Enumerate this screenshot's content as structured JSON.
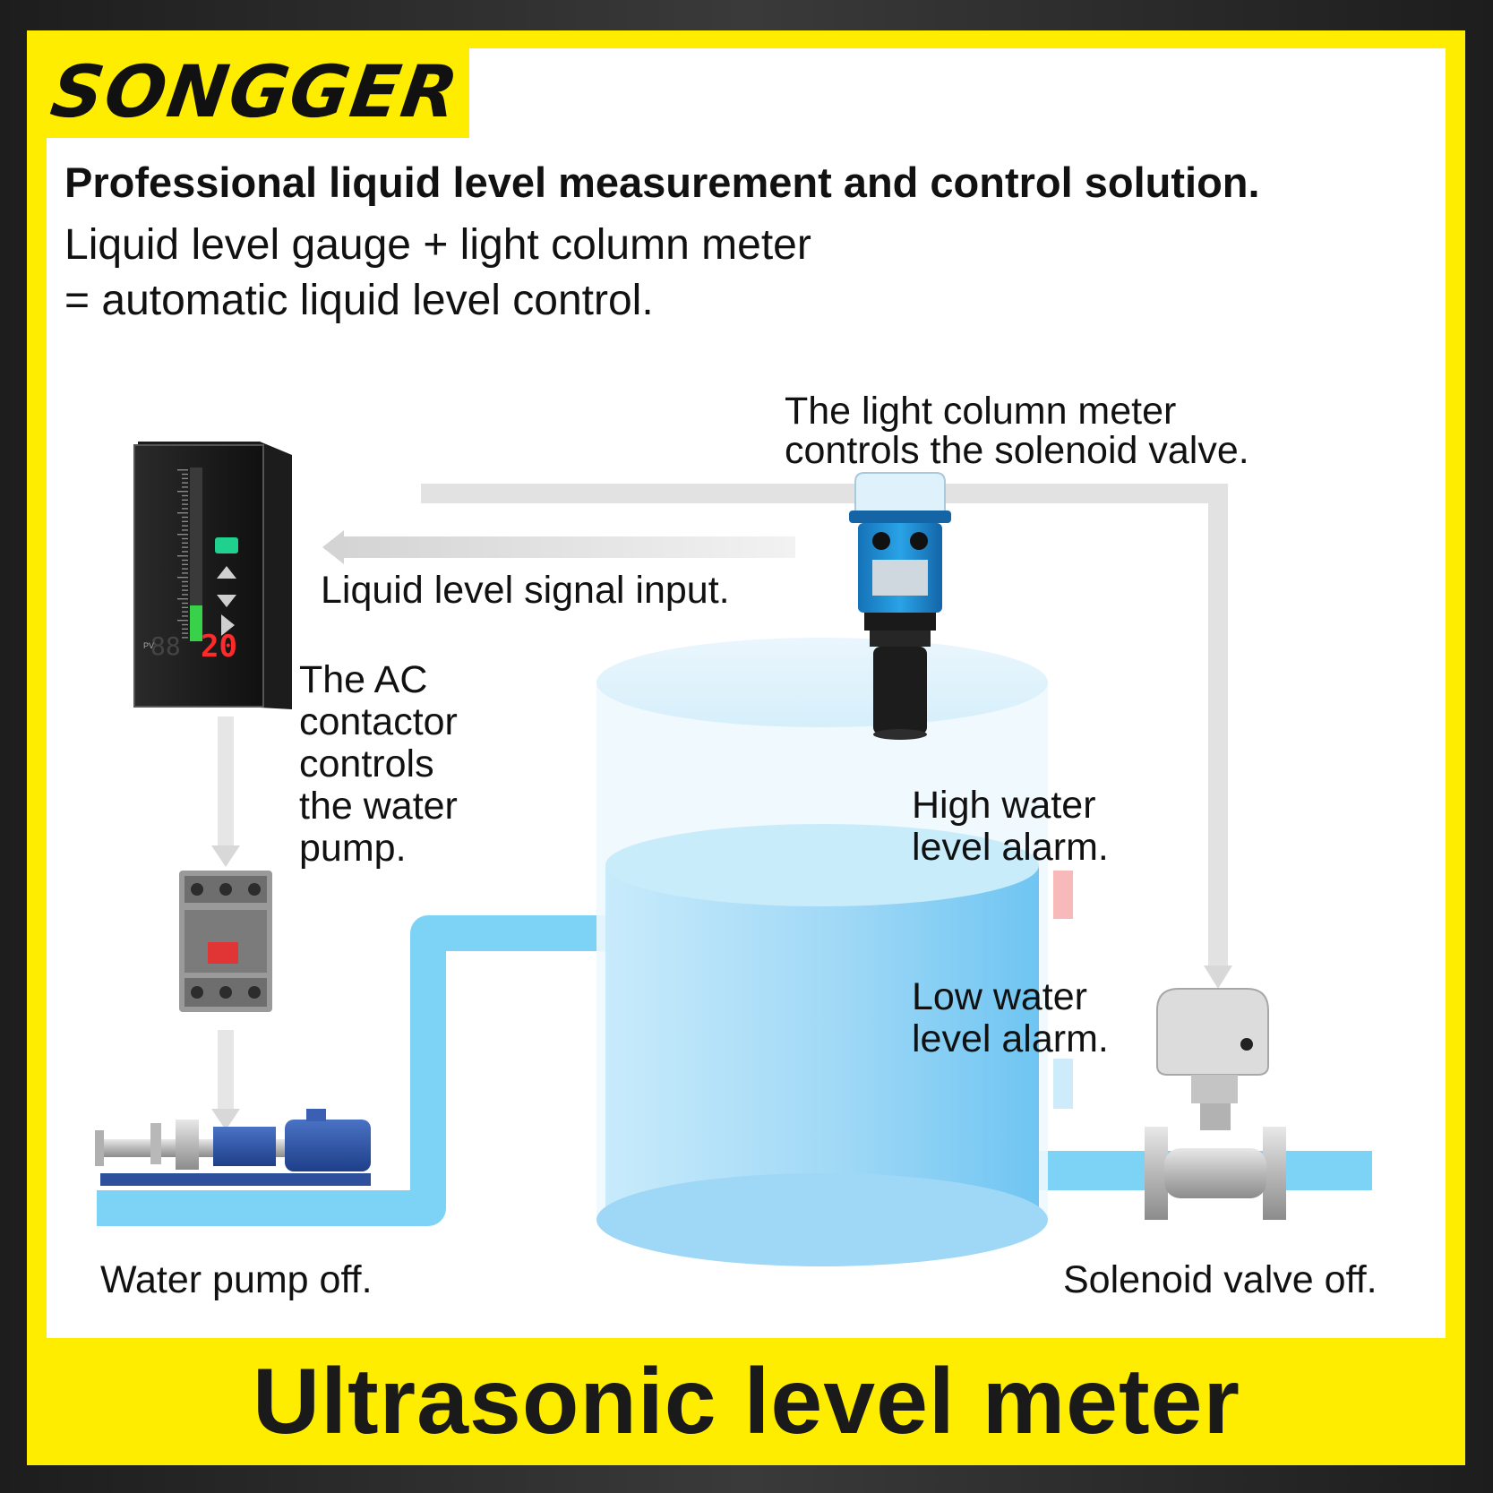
{
  "brand": {
    "name": "SONGGER"
  },
  "header": {
    "headline": "Professional liquid level measurement and control solution.",
    "subline_1": "Liquid level gauge + light column meter",
    "subline_2": "= automatic liquid level control."
  },
  "labels": {
    "meter_control": [
      "The light column meter",
      "controls the solenoid valve."
    ],
    "signal_input": "Liquid level signal input.",
    "contactor": [
      "The AC",
      "contactor",
      "controls",
      "the water",
      "pump."
    ],
    "high_alarm": [
      "High water",
      "level alarm."
    ],
    "low_alarm": [
      "Low water",
      "level alarm."
    ],
    "pump_status": "Water pump off.",
    "valve_status": "Solenoid valve off."
  },
  "meter_display": {
    "value": "20",
    "pv_label": "PV"
  },
  "footer": {
    "title": "Ultrasonic level meter"
  },
  "colors": {
    "frame": "#FFED00",
    "water": "#7DD3F5",
    "tank_water": "#A9DDF7",
    "sensor": "#1E8FD6",
    "high_marker": "#F7B9B9",
    "low_marker": "#CDEBFB"
  },
  "icons": [
    "light-column-meter-icon",
    "ultrasonic-sensor-icon",
    "ac-contactor-icon",
    "water-pump-icon",
    "solenoid-valve-icon"
  ]
}
